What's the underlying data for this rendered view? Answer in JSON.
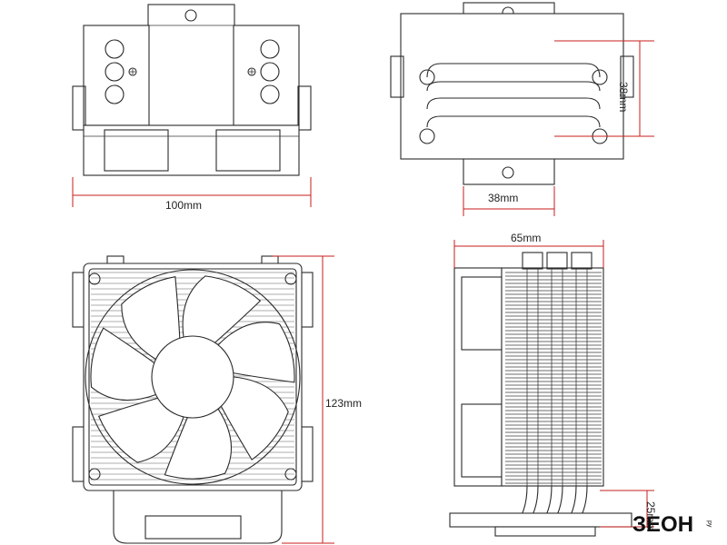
{
  "dimensions": {
    "top_width": "100mm",
    "side_height": "38mm",
    "side_width": "38mm",
    "front_height": "123mm",
    "side_depth": "65mm",
    "base_height": "25mm"
  },
  "logo": {
    "text": "ЗЕОН",
    "subtitle": "ру"
  },
  "colors": {
    "dimension_line": "#c81e1e",
    "outline": "#2a2a2a"
  }
}
